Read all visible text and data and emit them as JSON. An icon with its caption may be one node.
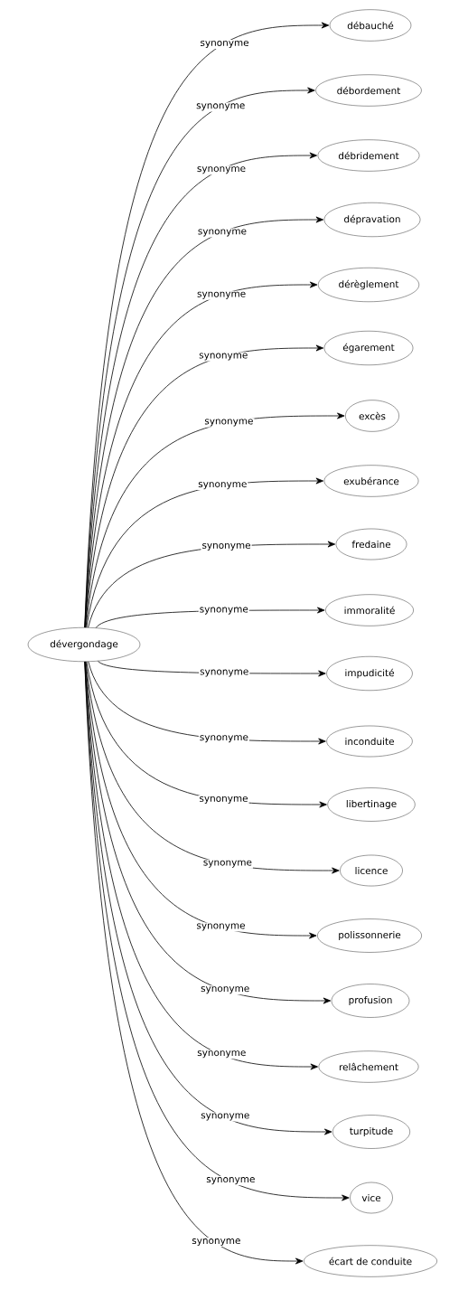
{
  "diagram": {
    "nodes": [
      {
        "text": [
          "dévergondage"
        ]
      },
      {
        "text": [
          "débauché"
        ]
      },
      {
        "text": [
          "débordement"
        ]
      },
      {
        "text": [
          "débridement"
        ]
      },
      {
        "text": [
          "dépravation"
        ]
      },
      {
        "text": [
          "dérèglement"
        ]
      },
      {
        "text": [
          "égarement"
        ]
      },
      {
        "text": [
          "excès"
        ]
      },
      {
        "text": [
          "exubérance"
        ]
      },
      {
        "text": [
          "fredaine"
        ]
      },
      {
        "text": [
          "immoralité"
        ]
      },
      {
        "text": [
          "impudicité"
        ]
      },
      {
        "text": [
          "inconduite"
        ]
      },
      {
        "text": [
          "libertinage"
        ]
      },
      {
        "text": [
          "licence"
        ]
      },
      {
        "text": [
          "polissonnerie"
        ]
      },
      {
        "text": [
          "profusion"
        ]
      },
      {
        "text": [
          "relâchement"
        ]
      },
      {
        "text": [
          "turpitude"
        ]
      },
      {
        "text": [
          "vice"
        ]
      },
      {
        "text": [
          "écart de conduite"
        ]
      }
    ],
    "edges": [
      {
        "from": 0,
        "to": 1,
        "arrow": "to",
        "label": "synonyme"
      },
      {
        "from": 0,
        "to": 2,
        "arrow": "to",
        "label": "synonyme"
      },
      {
        "from": 0,
        "to": 3,
        "arrow": "to",
        "label": "synonyme"
      },
      {
        "from": 0,
        "to": 4,
        "arrow": "to",
        "label": "synonyme"
      },
      {
        "from": 0,
        "to": 5,
        "arrow": "to",
        "label": "synonyme"
      },
      {
        "from": 0,
        "to": 6,
        "arrow": "to",
        "label": "synonyme"
      },
      {
        "from": 0,
        "to": 7,
        "arrow": "to",
        "label": "synonyme"
      },
      {
        "from": 0,
        "to": 8,
        "arrow": "to",
        "label": "synonyme"
      },
      {
        "from": 0,
        "to": 9,
        "arrow": "to",
        "label": "synonyme"
      },
      {
        "from": 0,
        "to": 10,
        "arrow": "to",
        "label": "synonyme"
      },
      {
        "from": 0,
        "to": 11,
        "arrow": "to",
        "label": "synonyme"
      },
      {
        "from": 0,
        "to": 12,
        "arrow": "to",
        "label": "synonyme"
      },
      {
        "from": 0,
        "to": 13,
        "arrow": "to",
        "label": "synonyme"
      },
      {
        "from": 0,
        "to": 14,
        "arrow": "to",
        "label": "synonyme"
      },
      {
        "from": 0,
        "to": 15,
        "arrow": "to",
        "label": "synonyme"
      },
      {
        "from": 0,
        "to": 16,
        "arrow": "to",
        "label": "synonyme"
      },
      {
        "from": 0,
        "to": 17,
        "arrow": "to",
        "label": "synonyme"
      },
      {
        "from": 0,
        "to": 18,
        "arrow": "to",
        "label": "synonyme"
      },
      {
        "from": 0,
        "to": 19,
        "arrow": "to",
        "label": "synonyme"
      },
      {
        "from": 0,
        "to": 20,
        "arrow": "to",
        "label": "synonyme"
      }
    ]
  }
}
